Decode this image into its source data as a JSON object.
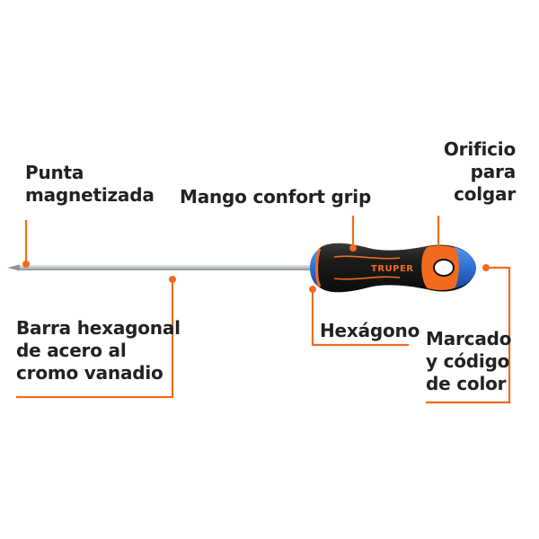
{
  "colors": {
    "accent": "#f26b1d",
    "handle_black": "#1d1d1d",
    "handle_blue": "#2d6fd6",
    "shaft": "#b9bcbf",
    "text": "#222222"
  },
  "brand": "TRUPER",
  "labels": {
    "punta": [
      "Punta",
      "magnetizada"
    ],
    "mango": [
      "Mango confort grip"
    ],
    "orificio": [
      "Orificio",
      "para",
      "colgar"
    ],
    "barra": [
      "Barra hexagonal",
      "de acero al",
      "cromo vanadio"
    ],
    "hexagono": [
      "Hexágono"
    ],
    "marcado": [
      "Marcado",
      "y código",
      "de color"
    ]
  }
}
